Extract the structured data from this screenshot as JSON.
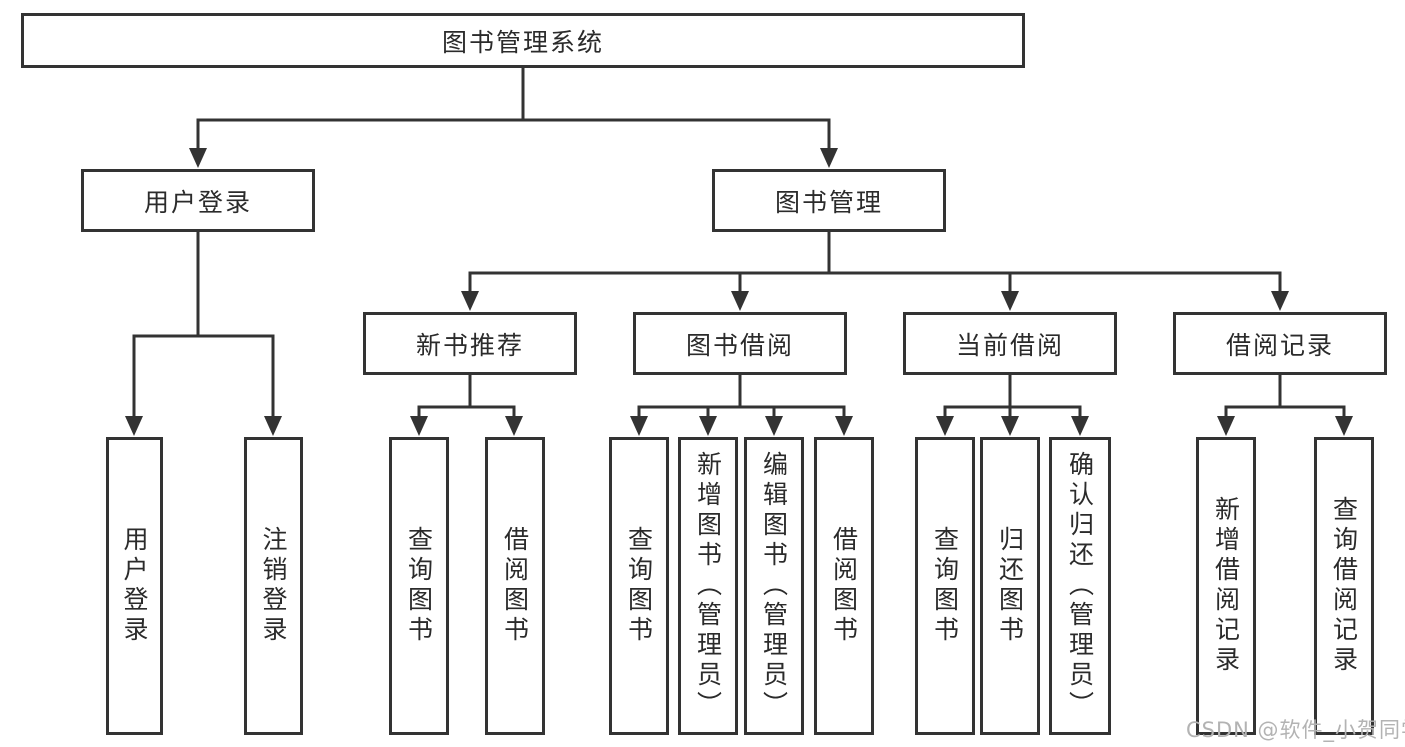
{
  "tree": {
    "root": {
      "label": "图书管理系统"
    },
    "level2": [
      {
        "label": "用户登录",
        "children": [
          {
            "label": "用户登录"
          },
          {
            "label": "注销登录"
          }
        ]
      },
      {
        "label": "图书管理",
        "children": [
          {
            "label": "新书推荐",
            "children": [
              {
                "label": "查询图书"
              },
              {
                "label": "借阅图书"
              }
            ]
          },
          {
            "label": "图书借阅",
            "children": [
              {
                "label": "查询图书"
              },
              {
                "label": "新增图书（管理员）"
              },
              {
                "label": "编辑图书（管理员）"
              },
              {
                "label": "借阅图书"
              }
            ]
          },
          {
            "label": "当前借阅",
            "children": [
              {
                "label": "查询图书"
              },
              {
                "label": "归还图书"
              },
              {
                "label": "确认归还（管理员）"
              }
            ]
          },
          {
            "label": "借阅记录",
            "children": [
              {
                "label": "新增借阅记录"
              },
              {
                "label": "查询借阅记录"
              }
            ]
          }
        ]
      }
    ]
  },
  "watermark": {
    "text": "CSDN @软件_小贺同学"
  },
  "colors": {
    "line": "#333333",
    "border": "#333333",
    "text": "#2b2b2b",
    "watermark": "#b3b3b3",
    "background": "#ffffff"
  }
}
